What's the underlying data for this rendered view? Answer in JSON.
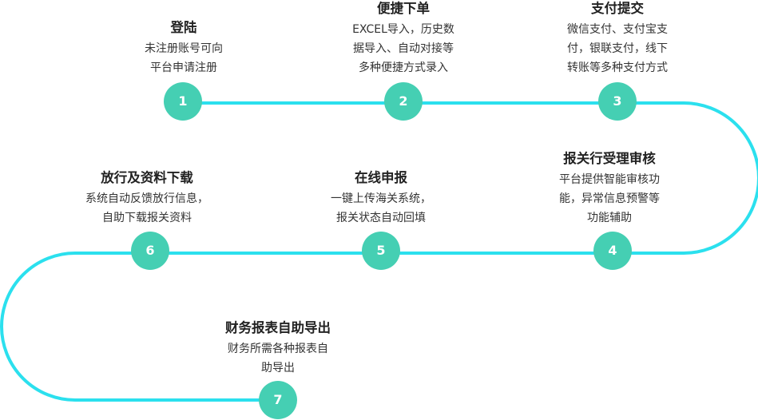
{
  "colors": {
    "path": "#2be0ee",
    "circle": "#45cfb3",
    "title": "#222222",
    "text": "#333333"
  },
  "steps": [
    {
      "number": "1",
      "title": "登陆",
      "desc": [
        "未注册账号可向",
        "平台申请注册"
      ]
    },
    {
      "number": "2",
      "title": "便捷下单",
      "desc": [
        "EXCEL导入，历史数",
        "据导入、自动对接等",
        "多种便捷方式录入"
      ]
    },
    {
      "number": "3",
      "title": "支付提交",
      "desc": [
        "微信支付、支付宝支",
        "付，银联支付，线下",
        "转账等多种支付方式"
      ]
    },
    {
      "number": "4",
      "title": "报关行受理审核",
      "desc": [
        "平台提供智能审核功",
        "能，异常信息预警等",
        "功能辅助"
      ]
    },
    {
      "number": "5",
      "title": "在线申报",
      "desc": [
        "一键上传海关系统，",
        "报关状态自动回填"
      ]
    },
    {
      "number": "6",
      "title": "放行及资料下载",
      "desc": [
        "系统自动反馈放行信息，",
        "自助下载报关资料"
      ]
    },
    {
      "number": "7",
      "title": "财务报表自助导出",
      "desc": [
        "财务所需各种报表自",
        "助导出"
      ]
    }
  ]
}
